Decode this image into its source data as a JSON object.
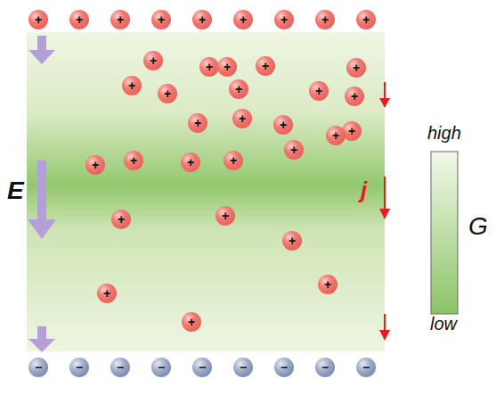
{
  "diagram": {
    "nodes": [
      {
        "text": [
          "+"
        ]
      },
      {
        "text": [
          "+"
        ]
      },
      {
        "text": [
          "+"
        ]
      },
      {
        "text": [
          "+"
        ]
      },
      {
        "text": [
          "+"
        ]
      },
      {
        "text": [
          "+"
        ]
      },
      {
        "text": [
          "+"
        ]
      },
      {
        "text": [
          "+"
        ]
      },
      {
        "text": [
          "+"
        ]
      },
      {
        "text": [
          "+"
        ]
      },
      {
        "text": [
          "+"
        ]
      },
      {
        "text": [
          "+"
        ]
      },
      {
        "text": [
          "+"
        ]
      },
      {
        "text": [
          "+"
        ]
      },
      {
        "text": [
          "+"
        ]
      },
      {
        "text": [
          "+"
        ]
      },
      {
        "text": [
          "+"
        ]
      },
      {
        "text": [
          "+"
        ]
      },
      {
        "text": [
          "+"
        ]
      },
      {
        "text": [
          "+"
        ]
      },
      {
        "text": [
          "+"
        ]
      },
      {
        "text": [
          "+"
        ]
      },
      {
        "text": [
          "+"
        ]
      },
      {
        "text": [
          "+"
        ]
      },
      {
        "text": [
          "+"
        ]
      },
      {
        "text": [
          "+"
        ]
      },
      {
        "text": [
          "+"
        ]
      },
      {
        "text": [
          "+"
        ]
      },
      {
        "text": [
          "+"
        ]
      },
      {
        "text": [
          "+"
        ]
      },
      {
        "text": [
          "+"
        ]
      },
      {
        "text": [
          "+"
        ]
      },
      {
        "text": [
          "+"
        ]
      },
      {
        "text": [
          "+"
        ]
      },
      {
        "text": [
          "+"
        ]
      },
      {
        "text": [
          "−"
        ]
      },
      {
        "text": [
          "−"
        ]
      },
      {
        "text": [
          "−"
        ]
      },
      {
        "text": [
          "−"
        ]
      },
      {
        "text": [
          "−"
        ]
      },
      {
        "text": [
          "−"
        ]
      },
      {
        "text": [
          "−"
        ]
      },
      {
        "text": [
          "−"
        ]
      },
      {
        "text": [
          "−"
        ]
      }
    ],
    "labels": [
      "E",
      "j",
      "high",
      "G",
      "low"
    ]
  }
}
